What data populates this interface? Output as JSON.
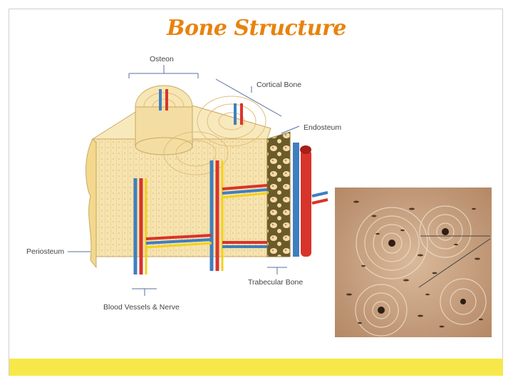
{
  "title": "Bone Structure",
  "labels": {
    "osteon": "Osteon",
    "cortical_bone": "Cortical Bone",
    "endosteum": "Endosteum",
    "periosteum": "Periosteum",
    "trabecular_bone": "Trabecular Bone",
    "vessels_nerve": "Blood Vessels & Nerve"
  },
  "colors": {
    "title": "#e8820e",
    "footer": "#f7e84a",
    "bone_fill": "#f6e4ad",
    "artery": "#d9342b",
    "vein": "#3f7fbf",
    "nerve": "#f2d21b"
  }
}
